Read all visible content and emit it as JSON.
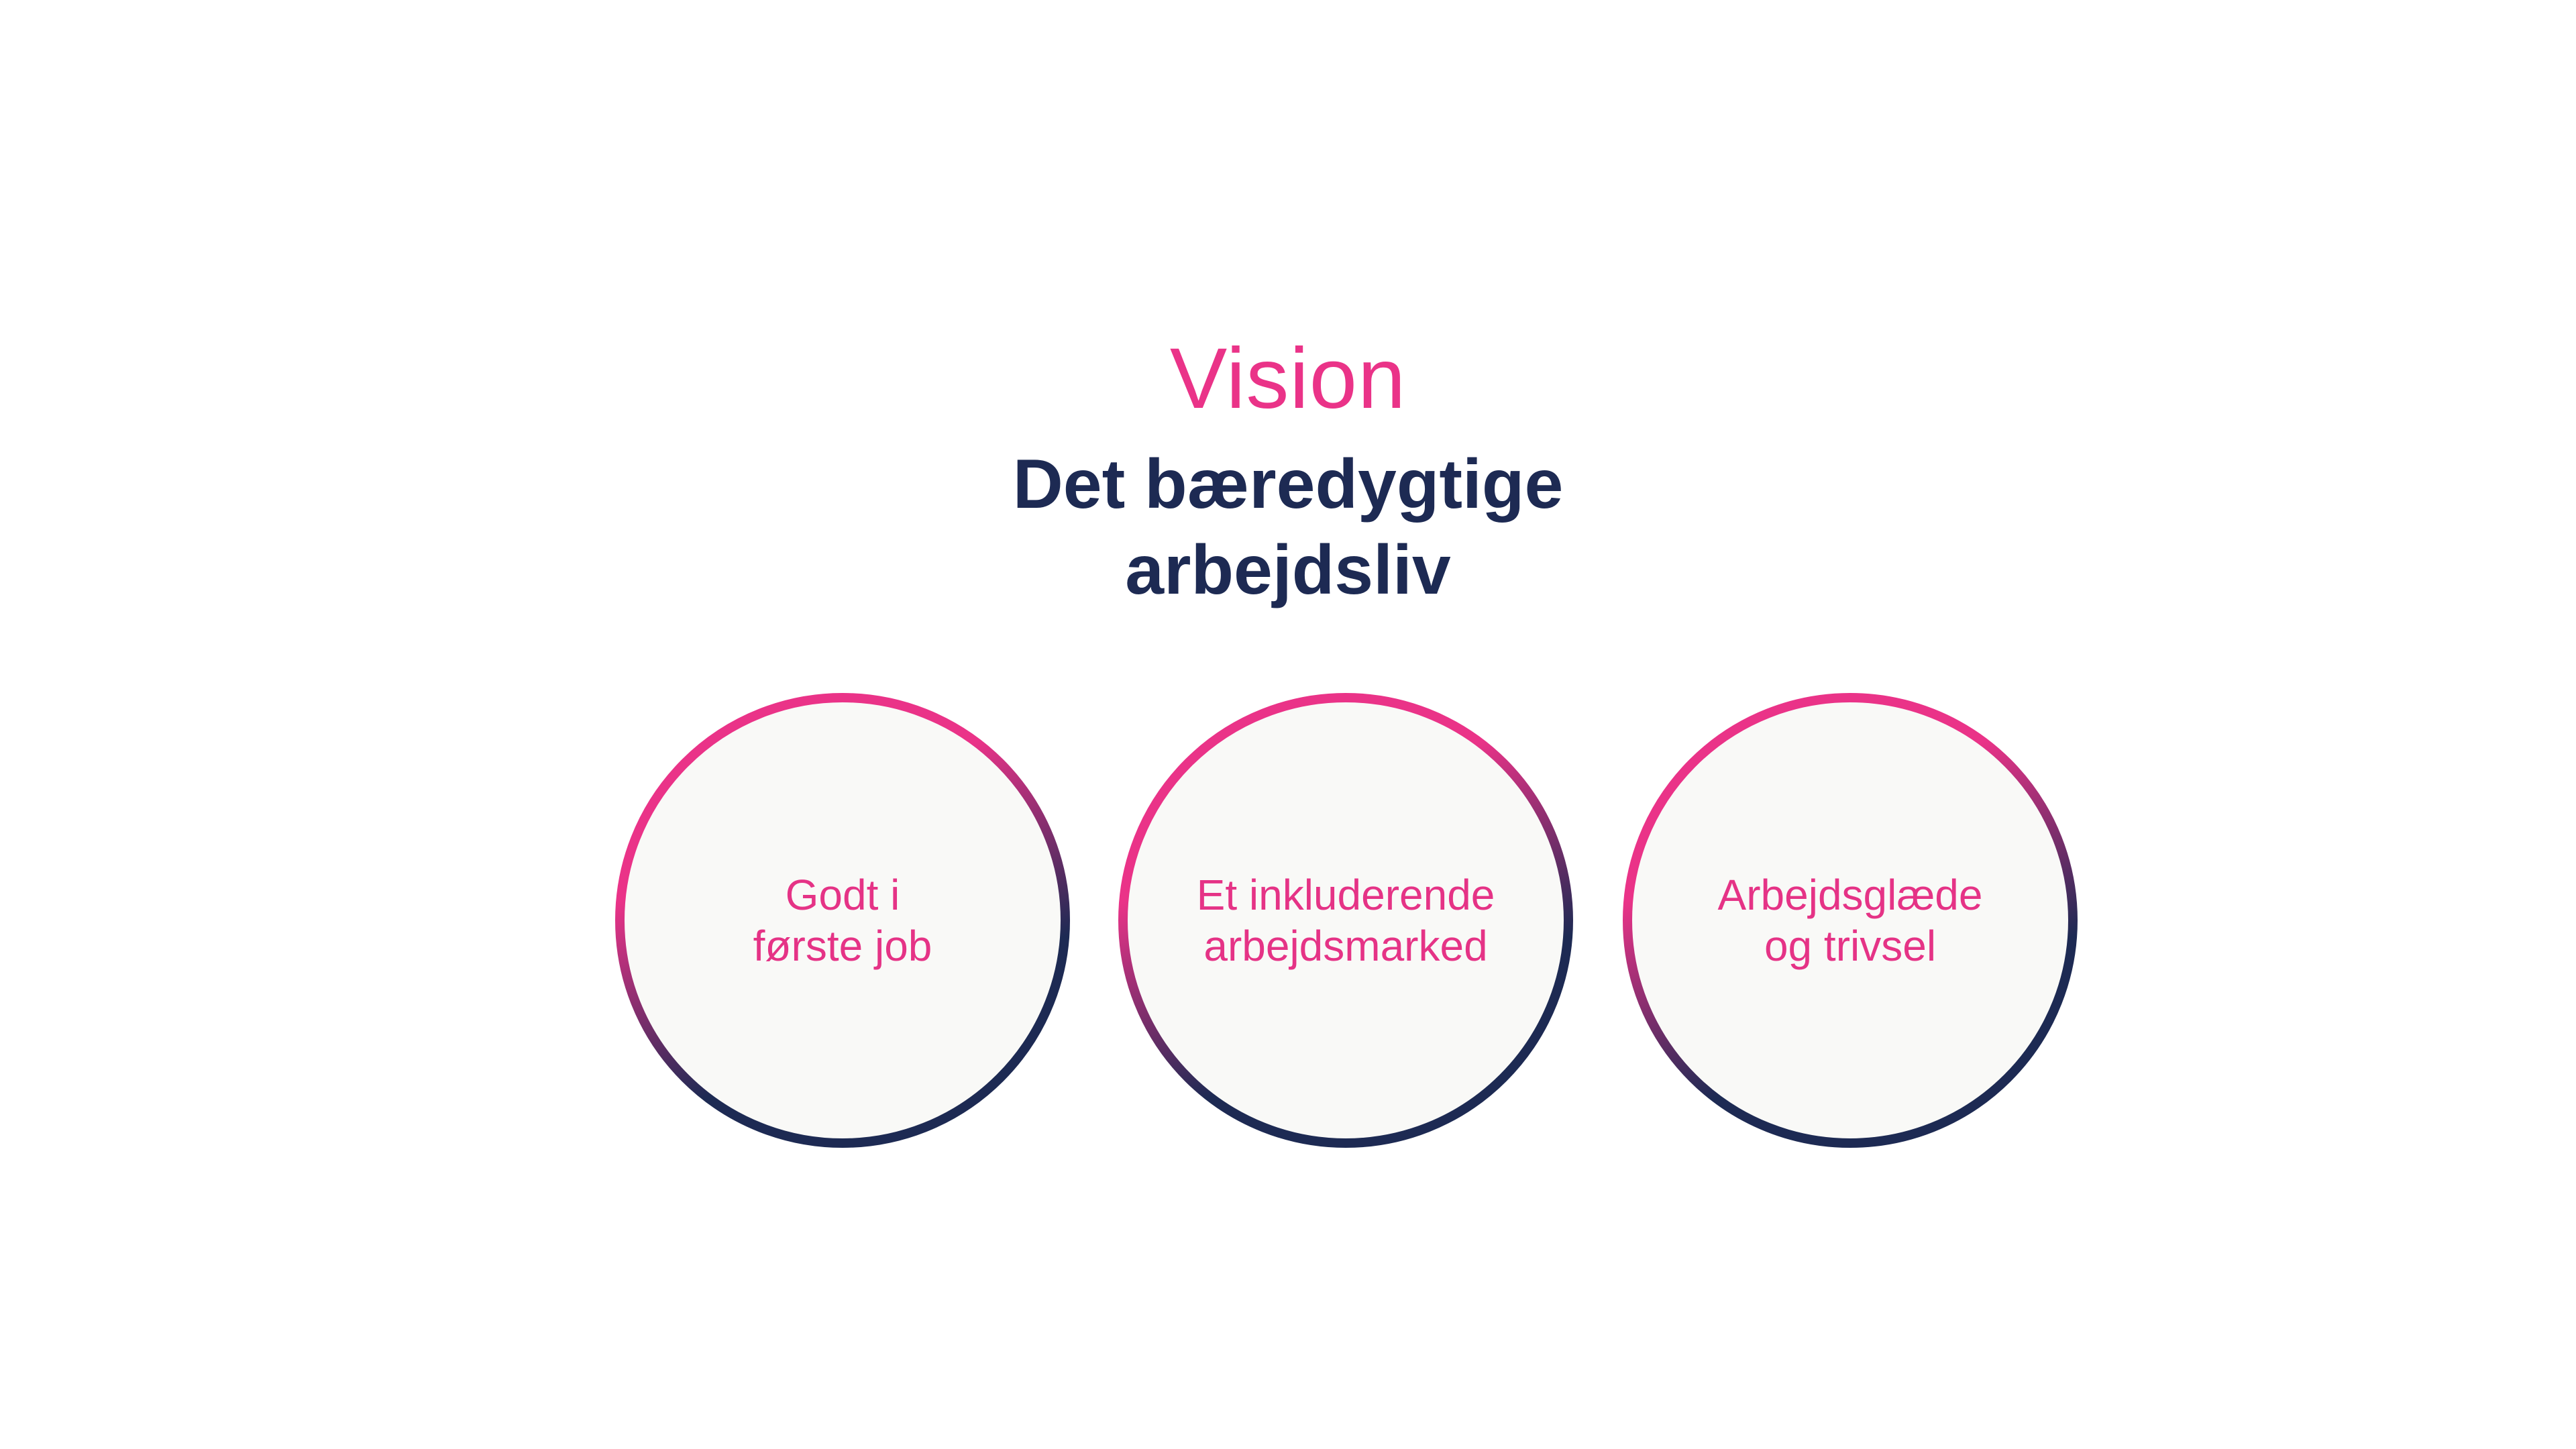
{
  "header": {
    "kicker": "Vision",
    "headline_line1": "Det bæredygtige",
    "headline_line2": "arbejdsliv"
  },
  "pillars": [
    {
      "line1": "Godt i",
      "line2": "første job"
    },
    {
      "line1": "Et inkluderende",
      "line2": "arbejdsmarked"
    },
    {
      "line1": "Arbejdsglæde",
      "line2": "og trivsel"
    }
  ],
  "colors": {
    "accent_pink": "#ea3388",
    "navy": "#1d2a53",
    "circle_fill": "#f9f9f7",
    "background": "#ffffff"
  }
}
